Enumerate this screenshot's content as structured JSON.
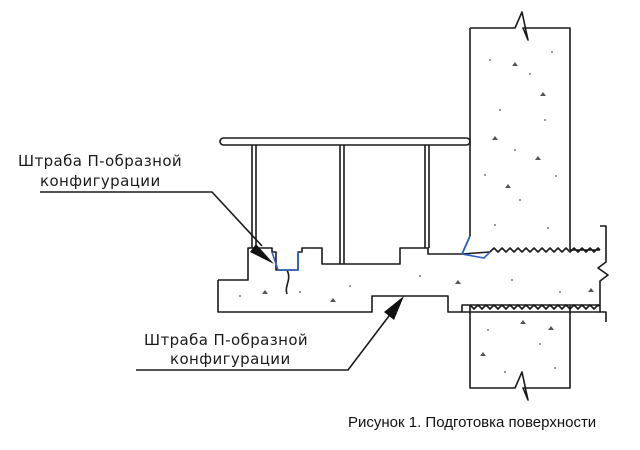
{
  "labels": {
    "top_line1": "Штраба П-образной",
    "top_line2": "конфигурации",
    "bottom_line1": "Штраба П-образной",
    "bottom_line2": "конфигурации"
  },
  "caption": "Рисунок 1. Подготовка поверхности",
  "colors": {
    "line": "#1a1a1a",
    "groove": "#2d5fc4",
    "background": "#ffffff"
  }
}
